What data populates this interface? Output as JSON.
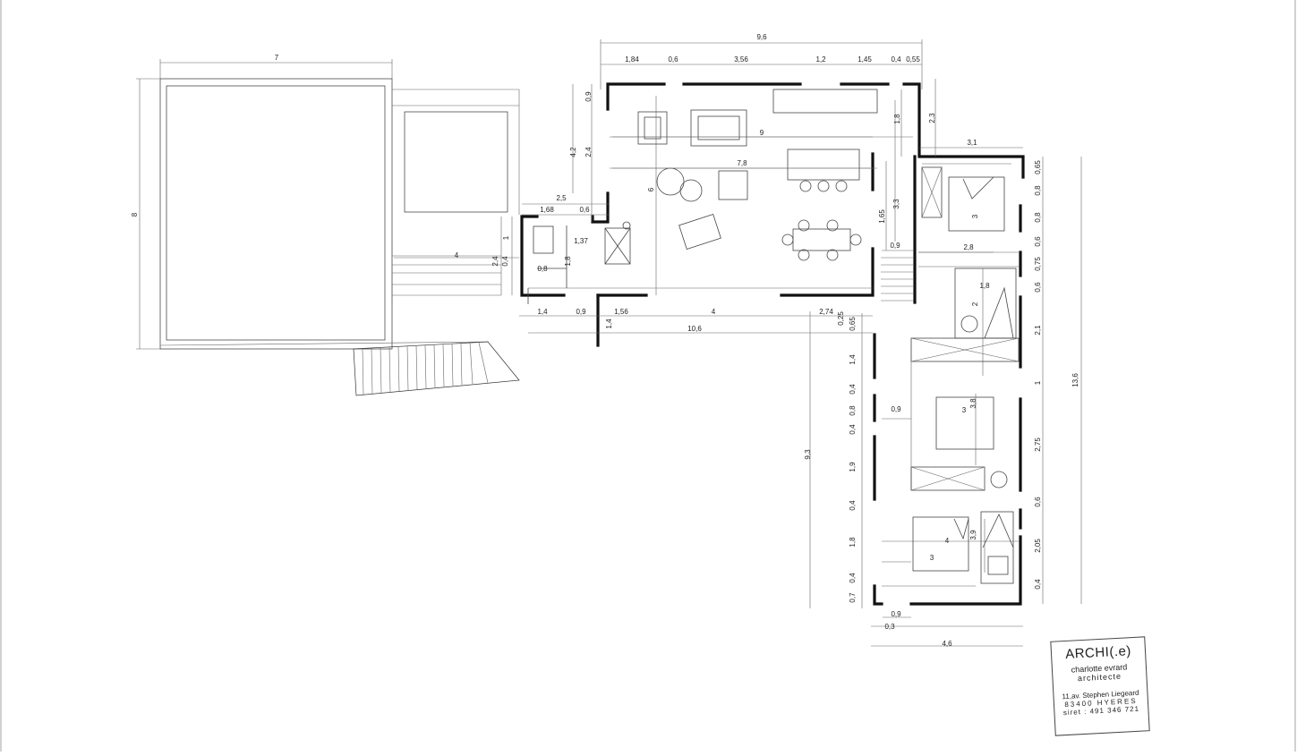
{
  "plan": {
    "dims_top": [
      "9,6",
      "1,84",
      "0,6",
      "3,56",
      "1,2",
      "1,45",
      "0,4",
      "0,55"
    ],
    "dims_misc": {
      "d7": "7",
      "d8": "8",
      "d09": "0,9",
      "d42": "4,2",
      "d24": "2,4",
      "d23": "2,3",
      "d18a": "1,8",
      "d9": "9",
      "d78": "7,8",
      "d6": "6",
      "d33": "3,3",
      "d165": "1,65",
      "d09b": "0,9",
      "d25": "2,5",
      "d168": "1,68",
      "d06": "0,6",
      "d1": "1",
      "d137": "1,37",
      "d18b": "1,8",
      "d4": "4",
      "d24b": "2,4",
      "d04": "0,4",
      "d08": "0,8",
      "d14": "1,4",
      "d09c": "0,9",
      "d156": "1,56",
      "d4b": "4",
      "d274": "2,74",
      "d025": "0,25",
      "d14b": "1,4",
      "d106": "10,6",
      "d31": "3,1",
      "d3": "3",
      "d28": "2,8",
      "d18c": "1,8",
      "d2": "2",
      "d93": "9,3",
      "d38": "3,8",
      "d3b": "3",
      "d09d": "0,9",
      "d4c": "4",
      "d39": "3,9",
      "d3c": "3",
      "d09e": "0,9",
      "d03": "0,3",
      "d46": "4,6",
      "d136": "13,6",
      "d065b": "0,65"
    },
    "dims_right": [
      "0,65",
      "0,8",
      "0,8",
      "0,6",
      "0,75",
      "0,6",
      "2,1",
      "1",
      "2,75",
      "0,6",
      "2,05",
      "0,4"
    ],
    "dims_left": [
      "0,65",
      "1,4",
      "0,4",
      "0,8",
      "0,4",
      "1,9",
      "0,4",
      "1,8",
      "0,4",
      "0,7"
    ]
  },
  "stamp": {
    "brand": "ARCHI(.e)",
    "name": "charlotte evrard",
    "role": "architecte",
    "address": "11,av. Stephen Liegeard",
    "city": "83400     HYERES",
    "siret": "siret  :  491 346 721"
  }
}
